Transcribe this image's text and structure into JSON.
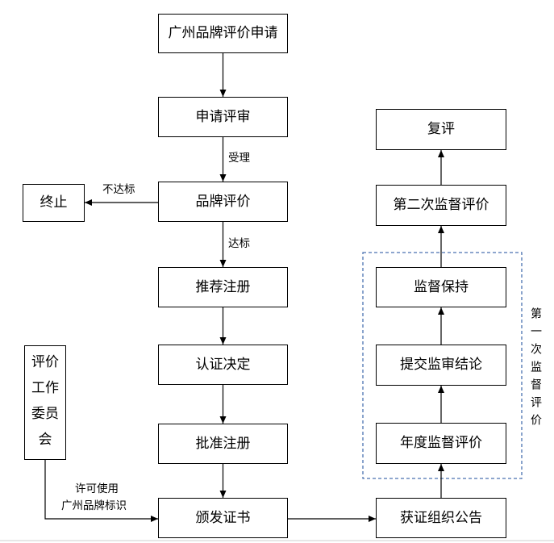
{
  "boxes": {
    "apply": "广州品牌评价申请",
    "review": "申请评审",
    "evaluate": "品牌评价",
    "recommend": "推荐注册",
    "decide": "认证决定",
    "approve": "批准注册",
    "issue": "颁发证书",
    "terminate": "终止",
    "announce": "获证组织公告",
    "annual": "年度监督评价",
    "conclusion": "提交监审结论",
    "maintain": "监督保持",
    "second": "第二次监督评价",
    "reassess": "复评"
  },
  "committee": {
    "lines": [
      "评价",
      "工作",
      "委员",
      "会"
    ]
  },
  "labels": {
    "accept": "受理",
    "pass": "达标",
    "fail": "不达标",
    "license_line1": "许可使用",
    "license_line2": "广州品牌标识",
    "first_supervision": "第一次监督评价"
  },
  "colors": {
    "dashed_frame": "#4a72b0",
    "lines": "#000000"
  }
}
